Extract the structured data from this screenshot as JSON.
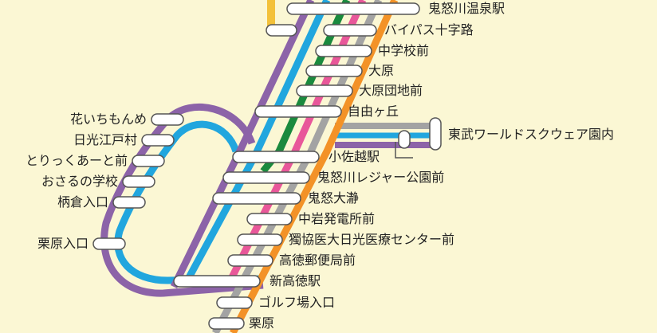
{
  "colors": {
    "background": "#fbf7d4",
    "purple": "#8c63a8",
    "blue": "#21a6de",
    "green": "#1a8a3e",
    "pink": "#e8579a",
    "gray": "#a3a3a3",
    "orange": "#f39227",
    "yellow": "#f3c13a",
    "stop_fill": "#ffffff",
    "stop_stroke": "#555555"
  },
  "main_stops": [
    "鬼怒川温泉駅",
    "バイパス十字路",
    "中学校前",
    "大原",
    "大原団地前",
    "自由ヶ丘",
    "小佐越駅",
    "鬼怒川レジャー公園前",
    "鬼怒大瀞",
    "中岩発電所前",
    "獨協医大日光医療センター前",
    "高徳郵便局前",
    "新高徳駅",
    "ゴルフ場入口",
    "栗原"
  ],
  "loop_stops": [
    "花いちもんめ",
    "日光江戸村",
    "とりっくあーと前",
    "おさるの学校",
    "柄倉入口",
    "栗原入口"
  ],
  "branch_stop": "東武ワールドスクウェア園内"
}
